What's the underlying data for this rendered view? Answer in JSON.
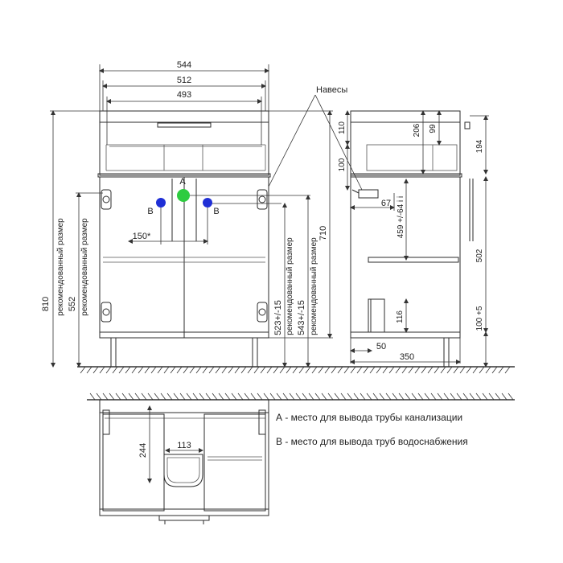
{
  "dimensions": {
    "w544": "544",
    "w512": "512",
    "w493": "493",
    "h810": "810",
    "h552": "552",
    "rec1": "рекомендованный размер",
    "rec2": "рекомендованный размер",
    "w150": "150*",
    "h523": "523+/-15",
    "rec3": "рекомендованный размер",
    "h543": "543+/-15",
    "rec4": "рекомендованный размер",
    "h710": "710",
    "h110": "110",
    "h100": "100",
    "w67": "67",
    "h206": "206",
    "h99": "99",
    "h194": "194",
    "h459": "459 +/-64 i i",
    "h502": "502",
    "h116": "116",
    "h100_5": "100 +5",
    "w50": "50",
    "w350": "350",
    "h244": "244",
    "w113": "113"
  },
  "labels": {
    "hinges": "Навесы",
    "point_a": "A",
    "point_b_left": "B",
    "point_b_right": "B"
  },
  "legend": {
    "a": "А - место для вывода трубы канализации",
    "b": "В - место для вывода труб водоснабжения"
  },
  "colors": {
    "point_a": "#2ecc40",
    "point_b": "#1f2fd6"
  }
}
